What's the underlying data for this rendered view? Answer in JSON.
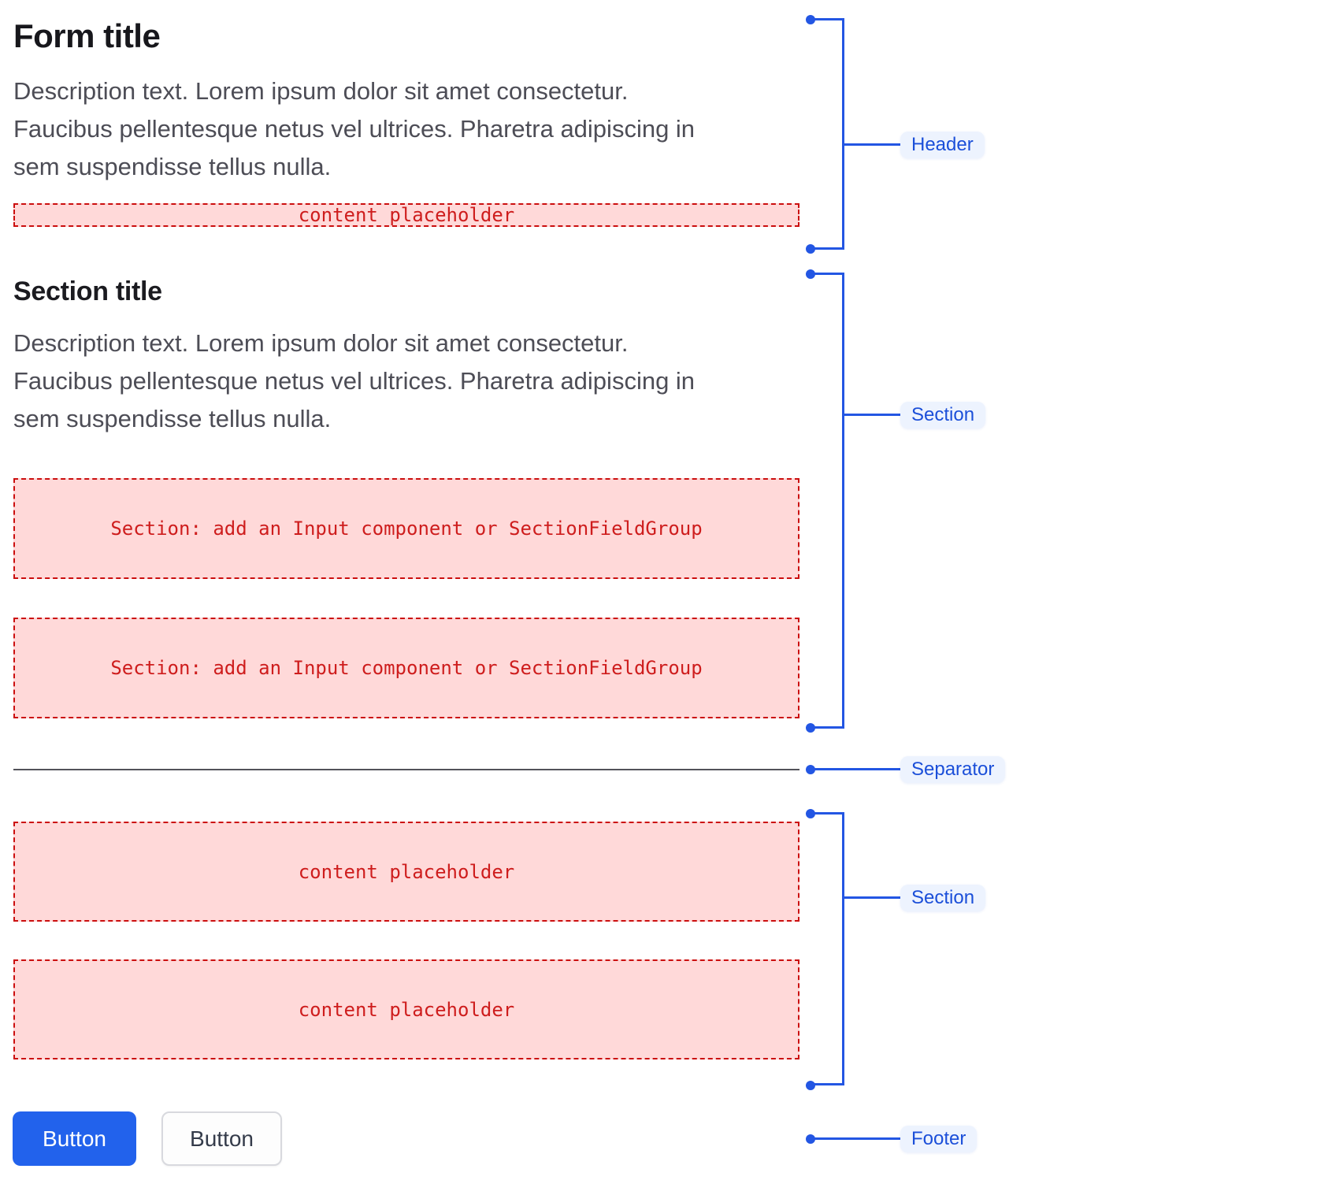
{
  "header": {
    "title": "Form title",
    "description_lines": [
      "Description text. Lorem ipsum dolor sit amet consectetur.",
      "Faucibus pellentesque netus vel ultrices. Pharetra adipiscing in",
      "sem suspendisse tellus nulla."
    ],
    "placeholder": "content placeholder"
  },
  "section1": {
    "title": "Section title",
    "description_lines": [
      "Description text. Lorem ipsum dolor sit amet consectetur.",
      "Faucibus pellentesque netus vel ultrices. Pharetra adipiscing in",
      "sem suspendisse tellus nulla."
    ],
    "placeholders": [
      "Section: add an Input component or SectionFieldGroup",
      "Section: add an Input component or SectionFieldGroup"
    ]
  },
  "section2": {
    "placeholders": [
      "content placeholder",
      "content placeholder"
    ]
  },
  "footer": {
    "primary_button_label": "Button",
    "secondary_button_label": "Button"
  },
  "annotations": {
    "header_label": "Header",
    "section1_label": "Section",
    "separator_label": "Separator",
    "section2_label": "Section",
    "footer_label": "Footer"
  },
  "colors": {
    "annotation_blue": "#2356e3",
    "annotation_label_bg": "#edf3fe",
    "annotation_label_text": "#1b4fd9",
    "placeholder_bg": "#ffd9d9",
    "placeholder_border": "#cb0e0e",
    "placeholder_text": "#ce1d1d",
    "primary_button_bg": "#2262ec",
    "separator": "#52525a",
    "title_text": "#17171c",
    "description_text": "#4d4d56"
  }
}
